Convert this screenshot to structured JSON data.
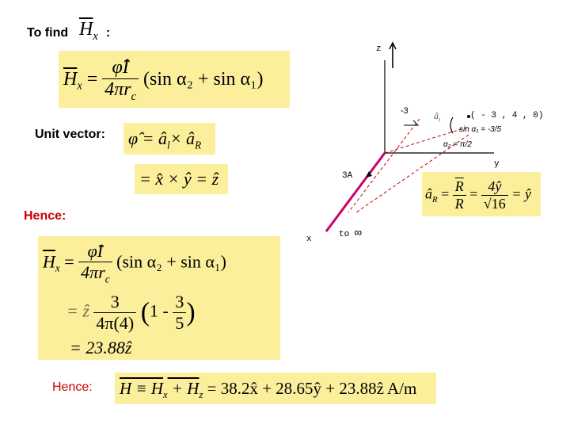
{
  "heading": {
    "to_find_label": "To find",
    "to_find_symbol": "H",
    "to_find_sub": "x",
    "colon": ":"
  },
  "formula1": {
    "lhs": "H",
    "lhs_sub": "x",
    "eq": "=",
    "num": "φ̂I",
    "den": "4πr",
    "den_sub": "c",
    "rhs": "(sin α₂ + sin α₁)"
  },
  "unit_vector": {
    "label": "Unit vector:",
    "expr": "φ̂ = â",
    "expr_sub1": "l",
    "times": "× â",
    "expr_sub2": "R",
    "expr2": "= x̂ × ŷ = ẑ"
  },
  "hence1": {
    "label": "Hence:"
  },
  "hence2": {
    "label": "Hence:"
  },
  "formula2": {
    "line1_lhs": "H",
    "line1_sub": "x",
    "line1_eq": "=",
    "line1_num": "φ̂I",
    "line1_den": "4πr",
    "line1_den_sub": "c",
    "line1_rhs": "(sin α₂ + sin α₁)",
    "line2_eq": "= ẑ",
    "line2_num": "3",
    "line2_den": "4π(4)",
    "line2_paren_left": "1 -",
    "line2_inner_num": "3",
    "line2_inner_den": "5",
    "line3": "= 23.88ẑ"
  },
  "final": {
    "text": "H ≡ H",
    "sub_x": "x",
    "plus": " + H",
    "sub_z": "z",
    "rhs": " = 38.2x̂ + 28.65ŷ + 23.88ẑ  A/m"
  },
  "aR": {
    "lhs": "â",
    "lhs_sub": "R",
    "eq1": "=",
    "num1": "R",
    "den1": "R",
    "eq2": "=",
    "num2": "4ŷ",
    "den2": "√16",
    "rhs": "= ŷ"
  },
  "diagram": {
    "z_label": "z",
    "y_label": "y",
    "x_label": "x",
    "neg3_label": "-3",
    "al_label": "â",
    "al_sub": "l",
    "point_label": "( - 3 , 4 , 0)",
    "sin_label": "sin α₁ = -3/5",
    "alpha2_label": "α₂ = π/2",
    "current_label": "3A",
    "to_label": "to",
    "infinity": "∞",
    "accent_color": "#cc0066",
    "guide_color": "#cc0000"
  }
}
